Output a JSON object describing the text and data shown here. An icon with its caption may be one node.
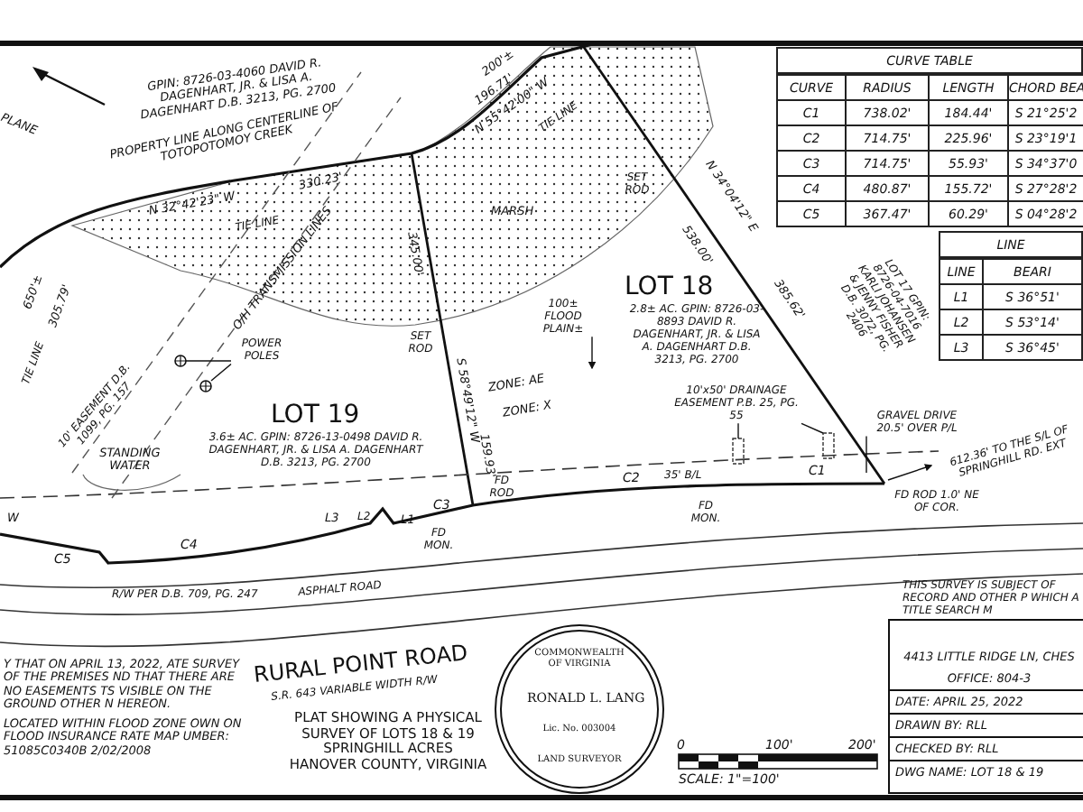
{
  "diagram": {
    "title": "PLAT SHOWING A PHYSICAL SURVEY OF LOTS 18 & 19 SPRINGHILL ACRES HANOVER COUNTY, VIRGINIA",
    "nodes": [
      {
        "text": [
          "100± FLOOD PLAIN±"
        ]
      },
      {
        "text": [
          "POWER POLES"
        ]
      },
      {
        "text": [
          "10'x50' DRAINAGE EASEMENT P.B. 25, PG. 55"
        ]
      },
      {
        "text": [
          "GRAVEL DRIVE 20.5' OVER P/L"
        ]
      },
      {
        "text": [
          "COMMONWEALTH OF VIRGINIA",
          "RONALD L. LANG",
          "Lic. No. 003004",
          "LAND SURVEYOR"
        ]
      },
      {
        "text": [
          "4413 LITTLE RIDGE LN, CHES",
          "OFFICE: 804-3",
          "DATE: APRIL 25, 2022",
          "DRAWN BY: RLL",
          "CHECKED BY: RLL",
          "DWG NAME: LOT 18 & 19"
        ]
      },
      {
        "text": [],
        "shape": "circle"
      },
      {
        "text": [],
        "shape": "circle"
      },
      {
        "text": [],
        "shape": "box"
      },
      {
        "text": [],
        "shape": "box"
      }
    ],
    "edges": [
      {
        "from": 0,
        "to": null,
        "arrow": "to"
      },
      {
        "from": 1,
        "to": 6,
        "arrow": "none"
      },
      {
        "from": 1,
        "to": 7,
        "arrow": "none"
      },
      {
        "from": 2,
        "to": 8,
        "arrow": "none"
      },
      {
        "from": 2,
        "to": 9,
        "arrow": "none"
      },
      {
        "from": 3,
        "to": null,
        "arrow": "none"
      }
    ],
    "labels": [
      "GPIN: 8726-03-4060 DAVID R. DAGENHART, JR. & LISA A. DAGENHART D.B. 3213, PG. 2700",
      "PLANE",
      "PROPERTY LINE ALONG CENTERLINE OF TOTOPOTOMOY CREEK",
      "330.23'",
      "N 32°42'23\" W",
      "TIE LINE",
      "200'±",
      "196.71'",
      "N 55°42'00\" W",
      "TIE LINE",
      "MARSH",
      "O/H TRANSMISSION LINES",
      "345.00'",
      "SET ROD",
      "S 58°49'12\" W",
      "159.93'",
      "ZONE: AE",
      "ZONE: X",
      "SET ROD",
      "N 34°04'12\" E",
      "538.00'",
      "385.62'",
      "LOT 17 GPIN: 8726-04-7016 KARLI JOHANSEN & JENNY FISHER D.B. 3072, PG. 2406",
      "650'±",
      "305.79'",
      "TIE LINE",
      "10' EASEMENT D.B. 1099, PG. 157",
      "STANDING WATER",
      "LOT 19",
      "3.6± AC. GPIN: 8726-13-0498 DAVID R. DAGENHART, JR. & LISA A. DAGENHART D.B. 3213, PG. 2700",
      "LOT 18",
      "2.8± AC. GPIN: 8726-03-8893 DAVID R. DAGENHART, JR. & LISA A. DAGENHART D.B. 3213, PG. 2700",
      "35' B/L",
      "C5",
      "C4",
      "C3",
      "C2",
      "C1",
      "L3",
      "L2",
      "L1",
      "FD ROD",
      "FD MON.",
      "FD MON.",
      "FD ROD 1.0' NE OF COR.",
      "R/W PER D.B. 709, PG. 247",
      "ASPHALT ROAD",
      "RURAL POINT ROAD",
      "S.R. 643 VARIABLE WIDTH R/W",
      "612.36' TO THE S/L OF SPRINGHILL RD. EXT",
      "THIS SURVEY IS SUBJECT OF RECORD AND OTHER P WHICH A TITLE SEARCH M",
      "Y THAT ON APRIL 13, 2022, ATE SURVEY OF THE PREMISES ND THAT THERE ARE NO EASEMENTS TS VISIBLE ON THE GROUND OTHER N HEREON.",
      "LOCATED WITHIN FLOOD ZONE OWN ON FLOOD INSURANCE RATE MAP UMBER: 51085C0340B 2/02/2008",
      "SCALE: 1\"=100'",
      "0",
      "100'",
      "200'",
      "CURVE TABLE",
      "CURVE",
      "RADIUS",
      "LENGTH",
      "CHORD BEA",
      "C1",
      "738.02'",
      "184.44'",
      "S 21°25'2",
      "C2",
      "714.75'",
      "225.96'",
      "S 23°19'1",
      "C3",
      "714.75'",
      "55.93'",
      "S 34°37'0",
      "C4",
      "480.87'",
      "155.72'",
      "S 27°28'2",
      "C5",
      "367.47'",
      "60.29'",
      "S 04°28'2",
      "LINE",
      "LINE",
      "BEARI",
      "L1",
      "S 36°51'",
      "L2",
      "S 53°14'",
      "L3",
      "S 36°45'",
      "W"
    ]
  }
}
